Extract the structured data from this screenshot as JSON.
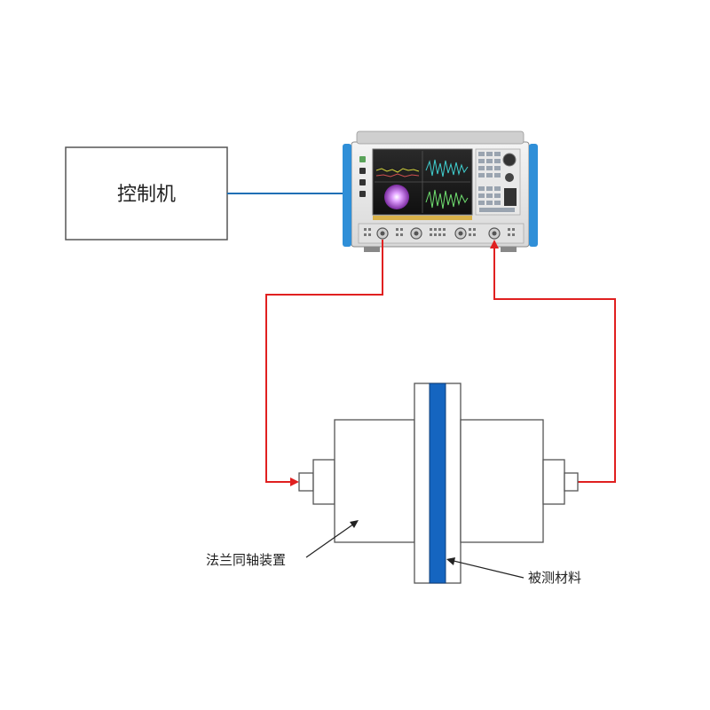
{
  "controller": {
    "label": "控制机"
  },
  "fixture": {
    "label": "法兰同轴装置"
  },
  "sample": {
    "label": "被测材料"
  },
  "colors": {
    "network_cable": "#1f6fb5",
    "rf_cable": "#e02020",
    "sample_material": "#1565c0",
    "analyzer_side_rails": "#2f8fd8",
    "box_border": "#555555"
  },
  "icons": {
    "analyzer": "vector-network-analyzer-icon",
    "controller": "computer-box"
  }
}
